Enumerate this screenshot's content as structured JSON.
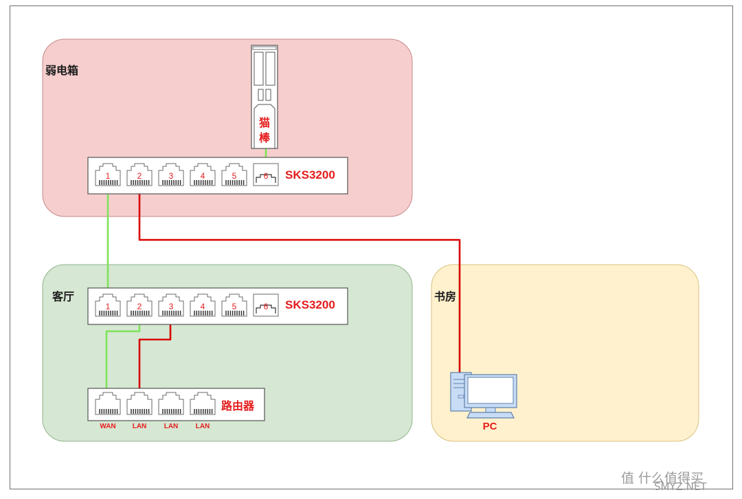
{
  "colors": {
    "label_red": "#e51c1c",
    "cable_green": "#7ee35a",
    "cable_red": "#d80000",
    "zone_weak": "#f6cece",
    "zone_weak_border": "#c68888",
    "zone_living": "#d6e7d3",
    "zone_living_border": "#90b58a",
    "zone_study": "#fff1cd",
    "zone_study_border": "#d9c07e",
    "device_border": "#5a5a5a",
    "pc_blue": "#c9dcf6",
    "pc_outline": "#5c7fa8"
  },
  "zones": {
    "weak": {
      "label": "弱电箱"
    },
    "living": {
      "label": "客厅"
    },
    "study": {
      "label": "书房"
    }
  },
  "stick": {
    "label_line1": "猫",
    "label_line2": "棒"
  },
  "switch_top": {
    "title": "SKS3200",
    "ports": [
      "1",
      "2",
      "3",
      "4",
      "5",
      "6"
    ]
  },
  "switch_mid": {
    "title": "SKS3200",
    "ports": [
      "1",
      "2",
      "3",
      "4",
      "5",
      "6"
    ]
  },
  "router": {
    "title": "路由器",
    "ports": [
      "WAN",
      "LAN",
      "LAN",
      "LAN"
    ]
  },
  "pc": {
    "label": "PC"
  },
  "watermark": {
    "line1": "值 什么值得买",
    "line2": "SMYZ.NET"
  }
}
